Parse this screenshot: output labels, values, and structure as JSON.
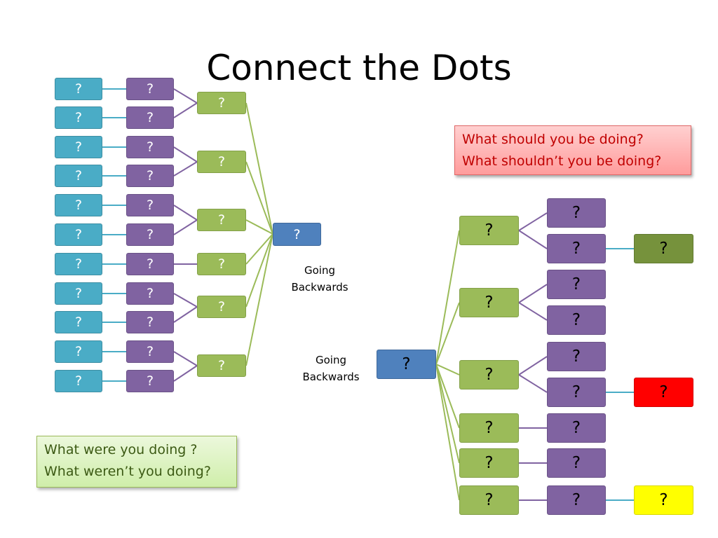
{
  "title": "Connect the Dots",
  "node_label": "?",
  "labels": {
    "going_backwards_top": [
      "Going",
      "Backwards"
    ],
    "going_backwards_bottom": [
      "Going",
      "Backwards"
    ]
  },
  "callouts": {
    "should": [
      "What should you be doing?",
      "What shouldn’t you be doing?"
    ],
    "were": [
      "What were you doing ?",
      "What weren’t you doing?"
    ]
  },
  "colors": {
    "teal": "#4aacc6",
    "purple": "#8063a1",
    "green": "#9bbb59",
    "blue": "#4f81bd",
    "dark_green": "#76923c",
    "red": "#ff0000",
    "yellow": "#ffff00"
  }
}
